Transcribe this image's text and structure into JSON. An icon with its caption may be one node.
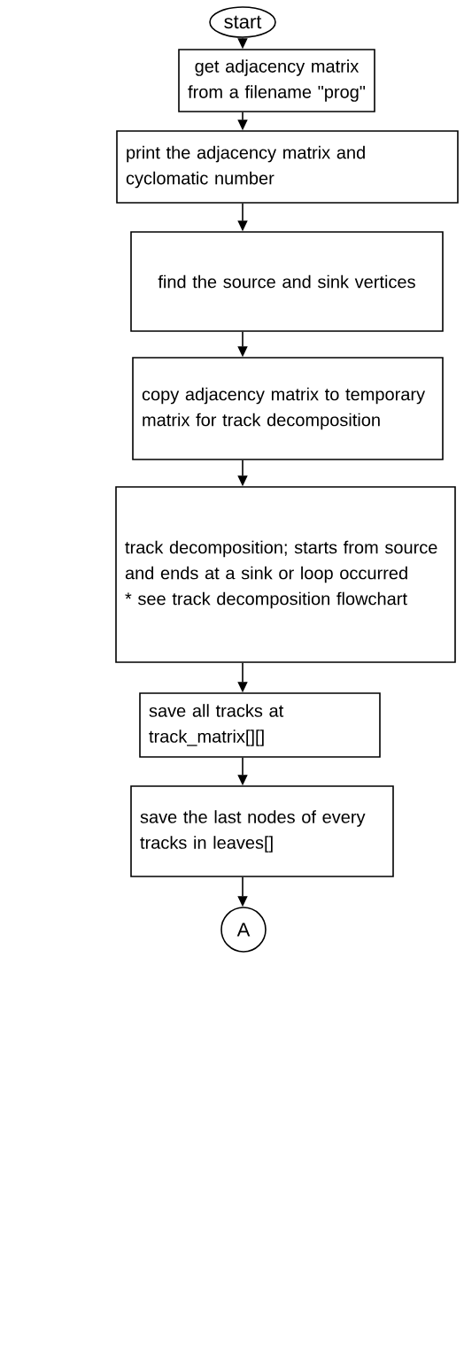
{
  "diagram": {
    "nodes": [
      {
        "text": [
          "start"
        ]
      },
      {
        "text": [
          "get adjacency matrix from a filename \"prog\""
        ]
      },
      {
        "text": [
          "print the adjacency matrix and cyclomatic number"
        ]
      },
      {
        "text": [
          "find the source and sink vertices"
        ]
      },
      {
        "text": [
          "copy adjacency matrix to temporary matrix for track decomposition"
        ]
      },
      {
        "text": [
          "track decomposition; starts from source and ends at a sink or loop occurred",
          "* see track decomposition flowchart"
        ]
      },
      {
        "text": [
          "save all tracks at track_matrix[][]"
        ]
      },
      {
        "text": [
          "save the last nodes of every tracks in leaves[]"
        ]
      },
      {
        "text": [
          "A"
        ]
      }
    ],
    "edges": [
      {
        "from": 0,
        "to": 1,
        "arrow": "to"
      },
      {
        "from": 1,
        "to": 2,
        "arrow": "to"
      },
      {
        "from": 2,
        "to": 3,
        "arrow": "to"
      },
      {
        "from": 3,
        "to": 4,
        "arrow": "to"
      },
      {
        "from": 4,
        "to": 5,
        "arrow": "to"
      },
      {
        "from": 5,
        "to": 6,
        "arrow": "to"
      },
      {
        "from": 6,
        "to": 7,
        "arrow": "to"
      },
      {
        "from": 7,
        "to": 8,
        "arrow": "to"
      }
    ]
  }
}
